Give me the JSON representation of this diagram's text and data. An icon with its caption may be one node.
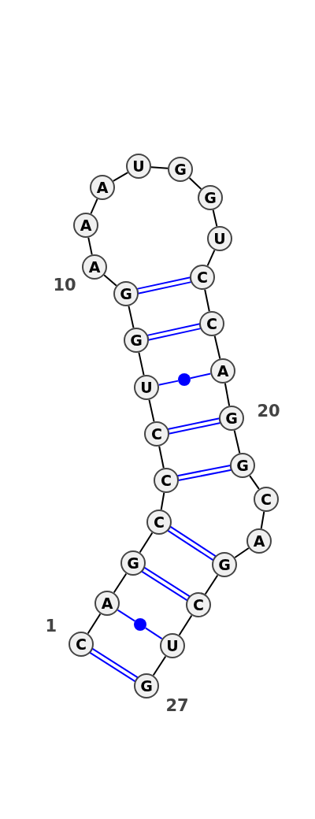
{
  "diagram": {
    "nodes": [
      {
        "text": [
          "C"
        ]
      },
      {
        "text": [
          "A"
        ]
      },
      {
        "text": [
          "G"
        ]
      },
      {
        "text": [
          "C"
        ]
      },
      {
        "text": [
          "C"
        ]
      },
      {
        "text": [
          "C"
        ]
      },
      {
        "text": [
          "U"
        ]
      },
      {
        "text": [
          "G"
        ]
      },
      {
        "text": [
          "G"
        ]
      },
      {
        "text": [
          "A"
        ]
      },
      {
        "text": [
          "A"
        ]
      },
      {
        "text": [
          "A"
        ]
      },
      {
        "text": [
          "U"
        ]
      },
      {
        "text": [
          "G"
        ]
      },
      {
        "text": [
          "G"
        ]
      },
      {
        "text": [
          "U"
        ]
      },
      {
        "text": [
          "C"
        ]
      },
      {
        "text": [
          "C"
        ]
      },
      {
        "text": [
          "A"
        ]
      },
      {
        "text": [
          "G"
        ]
      },
      {
        "text": [
          "G"
        ]
      },
      {
        "text": [
          "C"
        ]
      },
      {
        "text": [
          "A"
        ]
      },
      {
        "text": [
          "G"
        ]
      },
      {
        "text": [
          "C"
        ]
      },
      {
        "text": [
          "U"
        ]
      },
      {
        "text": [
          "G"
        ]
      },
      {
        "text": [],
        "shape": "circle"
      },
      {
        "text": [],
        "shape": "circle"
      }
    ],
    "edges": [
      {
        "from": 0,
        "to": 1,
        "arrow": "none"
      },
      {
        "from": 1,
        "to": 2,
        "arrow": "none"
      },
      {
        "from": 2,
        "to": 3,
        "arrow": "none"
      },
      {
        "from": 3,
        "to": 4,
        "arrow": "none"
      },
      {
        "from": 4,
        "to": 5,
        "arrow": "none"
      },
      {
        "from": 5,
        "to": 6,
        "arrow": "none"
      },
      {
        "from": 6,
        "to": 7,
        "arrow": "none"
      },
      {
        "from": 7,
        "to": 8,
        "arrow": "none"
      },
      {
        "from": 8,
        "to": 9,
        "arrow": "none"
      },
      {
        "from": 9,
        "to": 10,
        "arrow": "none"
      },
      {
        "from": 10,
        "to": 11,
        "arrow": "none"
      },
      {
        "from": 11,
        "to": 12,
        "arrow": "none"
      },
      {
        "from": 12,
        "to": 13,
        "arrow": "none"
      },
      {
        "from": 13,
        "to": 14,
        "arrow": "none"
      },
      {
        "from": 14,
        "to": 15,
        "arrow": "none"
      },
      {
        "from": 15,
        "to": 16,
        "arrow": "none"
      },
      {
        "from": 16,
        "to": 17,
        "arrow": "none"
      },
      {
        "from": 17,
        "to": 18,
        "arrow": "none"
      },
      {
        "from": 18,
        "to": 19,
        "arrow": "none"
      },
      {
        "from": 19,
        "to": 20,
        "arrow": "none"
      },
      {
        "from": 20,
        "to": 21,
        "arrow": "none"
      },
      {
        "from": 21,
        "to": 22,
        "arrow": "none"
      },
      {
        "from": 22,
        "to": 23,
        "arrow": "none"
      },
      {
        "from": 23,
        "to": 24,
        "arrow": "none"
      },
      {
        "from": 24,
        "to": 25,
        "arrow": "none"
      },
      {
        "from": 25,
        "to": 26,
        "arrow": "none"
      },
      {
        "from": 0,
        "to": 26,
        "arrow": "none",
        "style": "thick",
        "color": "#0000ff"
      },
      {
        "from": 1,
        "to": 28,
        "arrow": "none",
        "color": "#0000ff"
      },
      {
        "from": 28,
        "to": 25,
        "arrow": "none",
        "color": "#0000ff"
      },
      {
        "from": 2,
        "to": 24,
        "arrow": "none",
        "style": "thick",
        "color": "#0000ff"
      },
      {
        "from": 3,
        "to": 23,
        "arrow": "none",
        "style": "thick",
        "color": "#0000ff"
      },
      {
        "from": 4,
        "to": 20,
        "arrow": "none",
        "style": "thick",
        "color": "#0000ff"
      },
      {
        "from": 5,
        "to": 19,
        "arrow": "none",
        "style": "thick",
        "color": "#0000ff"
      },
      {
        "from": 6,
        "to": 27,
        "arrow": "none",
        "color": "#0000ff"
      },
      {
        "from": 27,
        "to": 18,
        "arrow": "none",
        "color": "#0000ff"
      },
      {
        "from": 7,
        "to": 17,
        "arrow": "none",
        "style": "thick",
        "color": "#0000ff"
      },
      {
        "from": 8,
        "to": 16,
        "arrow": "none",
        "style": "thick",
        "color": "#0000ff"
      }
    ],
    "labels": [
      "10",
      "20",
      "1",
      "27"
    ]
  }
}
